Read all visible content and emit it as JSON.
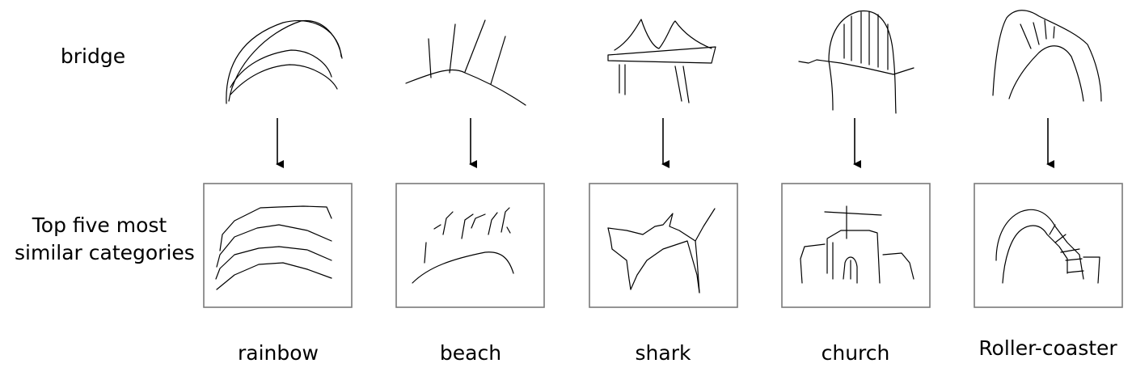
{
  "row_labels": {
    "query": "bridge",
    "results_line1": "Top five most",
    "results_line2": "similar categories"
  },
  "categories": [
    "rainbow",
    "beach",
    "shark",
    "church",
    "Roller-coaster"
  ]
}
